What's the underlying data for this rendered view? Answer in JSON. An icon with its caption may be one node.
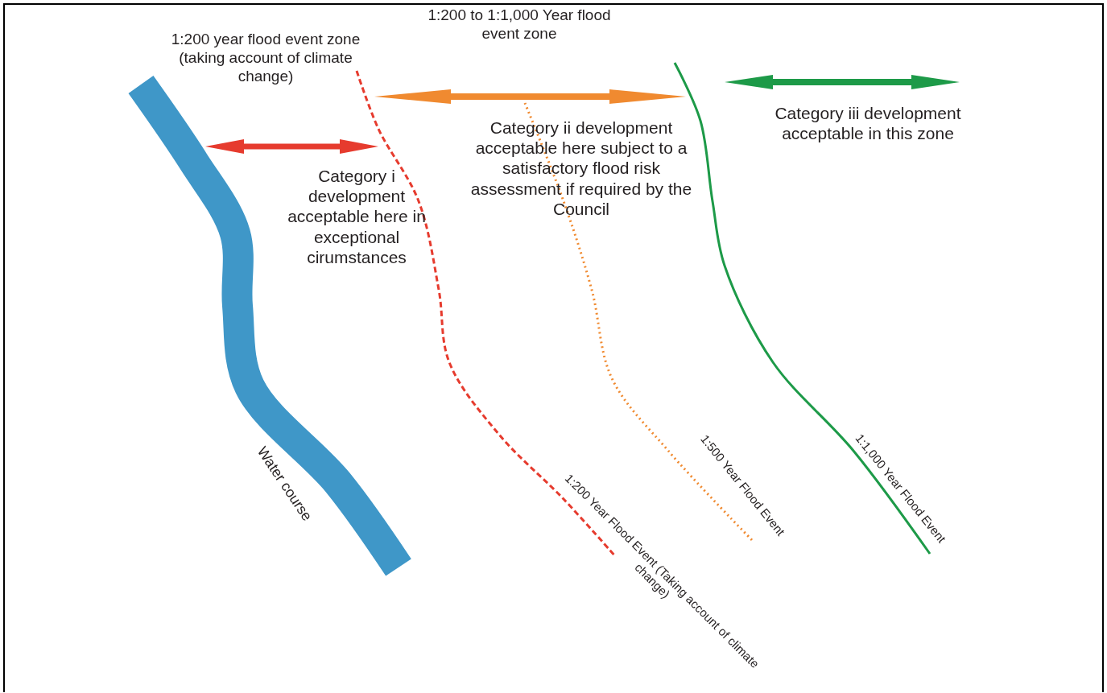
{
  "diagram": {
    "labels": [
      "1:200 to 1:1,000 Year flood event zone",
      "1:200 year flood event zone (taking account of climate change)",
      "Category iii development acceptable in this zone",
      "Category ii development acceptable here subject to a satisfactory flood risk assessment if required by the Council",
      "Category i development acceptable here in exceptional cirumstances",
      "1:200 Year Flood Event (Taking account of climate change)",
      "1:500 Year Flood Event",
      "1:1,000 Year Flood Event",
      "Water course"
    ]
  }
}
